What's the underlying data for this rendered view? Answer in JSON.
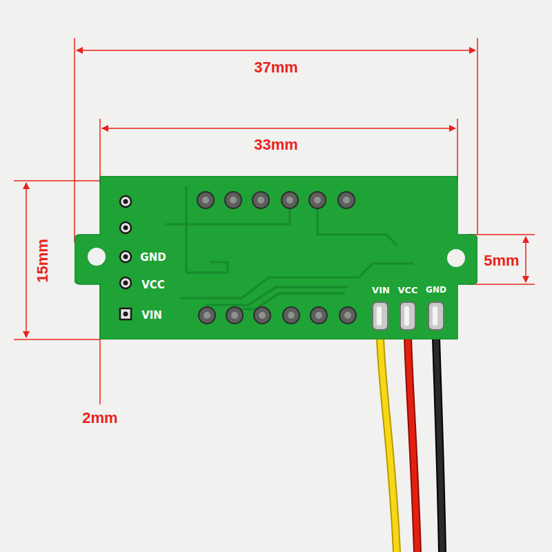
{
  "diagram": {
    "nodes": [
      {
        "text": [
          "GND",
          "VCC",
          "VIN",
          "VIN",
          "VCC",
          "GND"
        ]
      }
    ],
    "labels": [
      "37mm",
      "33mm",
      "15mm",
      "5mm",
      "2mm"
    ]
  }
}
